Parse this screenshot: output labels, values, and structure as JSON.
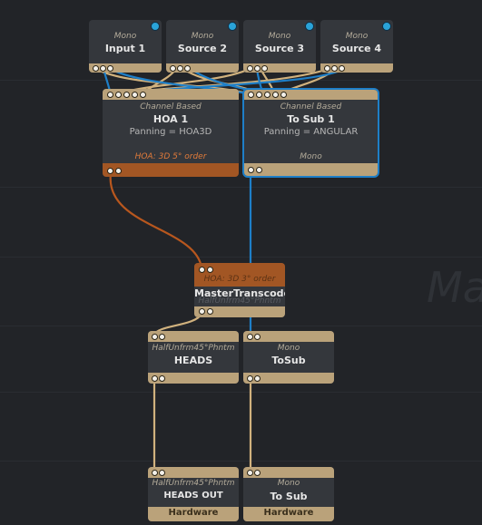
{
  "watermark": "Ma",
  "colors": {
    "background": "#222428",
    "node_body": "#34373c",
    "node_band": "#baa27a",
    "hoa_band": "#a25624",
    "selection": "#1e7fc8",
    "wire_blue": "#1e7fc8",
    "wire_tan": "#d1b27e",
    "wire_orange": "#b8571e"
  },
  "sources": [
    {
      "type": "Mono",
      "name": "Input 1"
    },
    {
      "type": "Mono",
      "name": "Source 2"
    },
    {
      "type": "Mono",
      "name": "Source 3"
    },
    {
      "type": "Mono",
      "name": "Source 4"
    }
  ],
  "hoa1": {
    "type": "Channel Based",
    "name": "HOA 1",
    "panning": "Panning = HOA3D",
    "footer": "HOA: 3D 5° order"
  },
  "tosub1": {
    "type": "Channel Based",
    "name": "To Sub 1",
    "panning": "Panning = ANGULAR",
    "footer": "Mono"
  },
  "transcoder": {
    "header": "HOA: 3D 3° order",
    "name": "MasterTranscoder",
    "ghost": "HalfUnfrm45°Phntm"
  },
  "buses": [
    {
      "type": "HalfUnfrm45°Phntm",
      "name": "HEADS"
    },
    {
      "type": "Mono",
      "name": "ToSub"
    }
  ],
  "outputs": [
    {
      "type": "HalfUnfrm45°Phntm",
      "name": "HEADS OUT",
      "footer": "Hardware"
    },
    {
      "type": "Mono",
      "name": "To Sub",
      "footer": "Hardware"
    }
  ]
}
